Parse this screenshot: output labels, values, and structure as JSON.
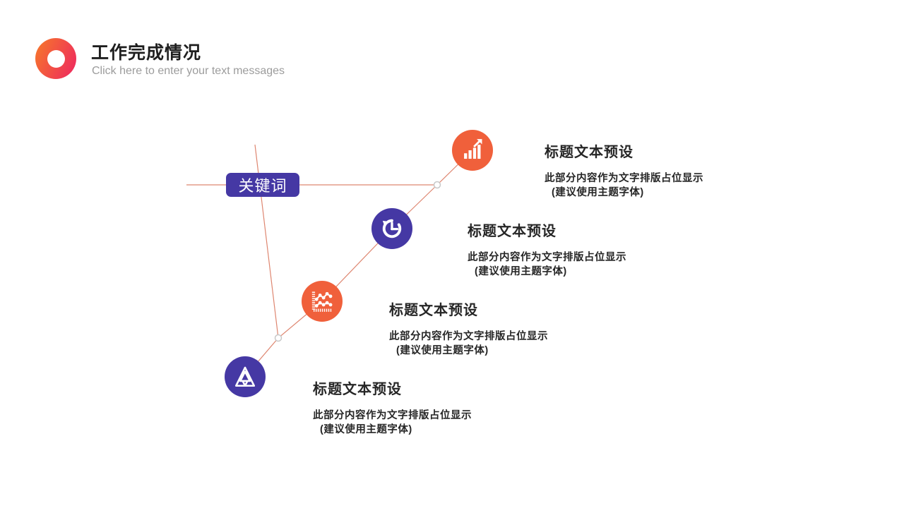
{
  "header": {
    "title": "工作完成情况",
    "subtitle": "Click here to enter your text messages"
  },
  "keyword": {
    "label": "关键词"
  },
  "steps": [
    {
      "icon": "bar-chart-growth-icon",
      "color": "#f0603b",
      "title": "标题文本预设",
      "body_line1": "此部分内容作为文字排版占位显示",
      "body_line2": "(建议使用主题字体)"
    },
    {
      "icon": "history-clock-icon",
      "color": "#4538a4",
      "title": "标题文本预设",
      "body_line1": "此部分内容作为文字排版占位显示",
      "body_line2": "(建议使用主题字体)"
    },
    {
      "icon": "line-chart-icon",
      "color": "#f0603b",
      "title": "标题文本预设",
      "body_line1": "此部分内容作为文字排版占位显示",
      "body_line2": "(建议使用主题字体)"
    },
    {
      "icon": "pyramid-triangle-icon",
      "color": "#4538a4",
      "title": "标题文本预设",
      "body_line1": "此部分内容作为文字排版占位显示",
      "body_line2": "(建议使用主题字体)"
    }
  ],
  "colors": {
    "accent_orange": "#f0603b",
    "accent_purple": "#4538a4",
    "connector_line": "#de8670",
    "junction_dot_border": "#c8c8c8",
    "header_gradient_start": "#f6752c",
    "header_gradient_end": "#ee2a5e",
    "text_dark": "#262626",
    "subtitle_gray": "#9c9c9c",
    "background": "#ffffff"
  }
}
